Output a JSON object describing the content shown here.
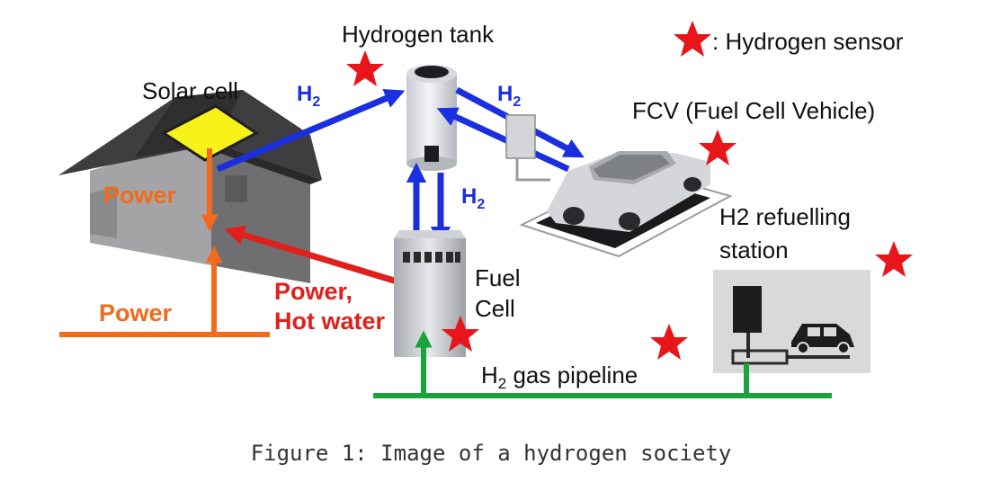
{
  "labels": {
    "solar_cell": "Solar cell",
    "hydrogen_tank": "Hydrogen tank",
    "sensor_legend": ": Hydrogen sensor",
    "fcv": "FCV (Fuel Cell Vehicle)",
    "h2_refuelling_line1": "H2 refuelling",
    "h2_refuelling_line2": "station",
    "fuel_cell_line1": "Fuel",
    "fuel_cell_line2": "Cell",
    "power_house": "Power",
    "power_grid": "Power",
    "power_hot_line1": "Power,",
    "power_hot_line2": "Hot water",
    "h2_letter": "H",
    "h2_subscript": "2",
    "pipeline_prefix": "H",
    "pipeline_sub": "2",
    "pipeline_suffix": " gas pipeline"
  },
  "caption": "Figure 1: Image of a hydrogen society",
  "colors": {
    "h2_flow": "#1a2fe0",
    "power": "#f26a1b",
    "power_hot_water": "#e0201c",
    "pipeline": "#1aa33a",
    "sensor": "#e8151b",
    "station_bg": "#d9d9d9"
  }
}
